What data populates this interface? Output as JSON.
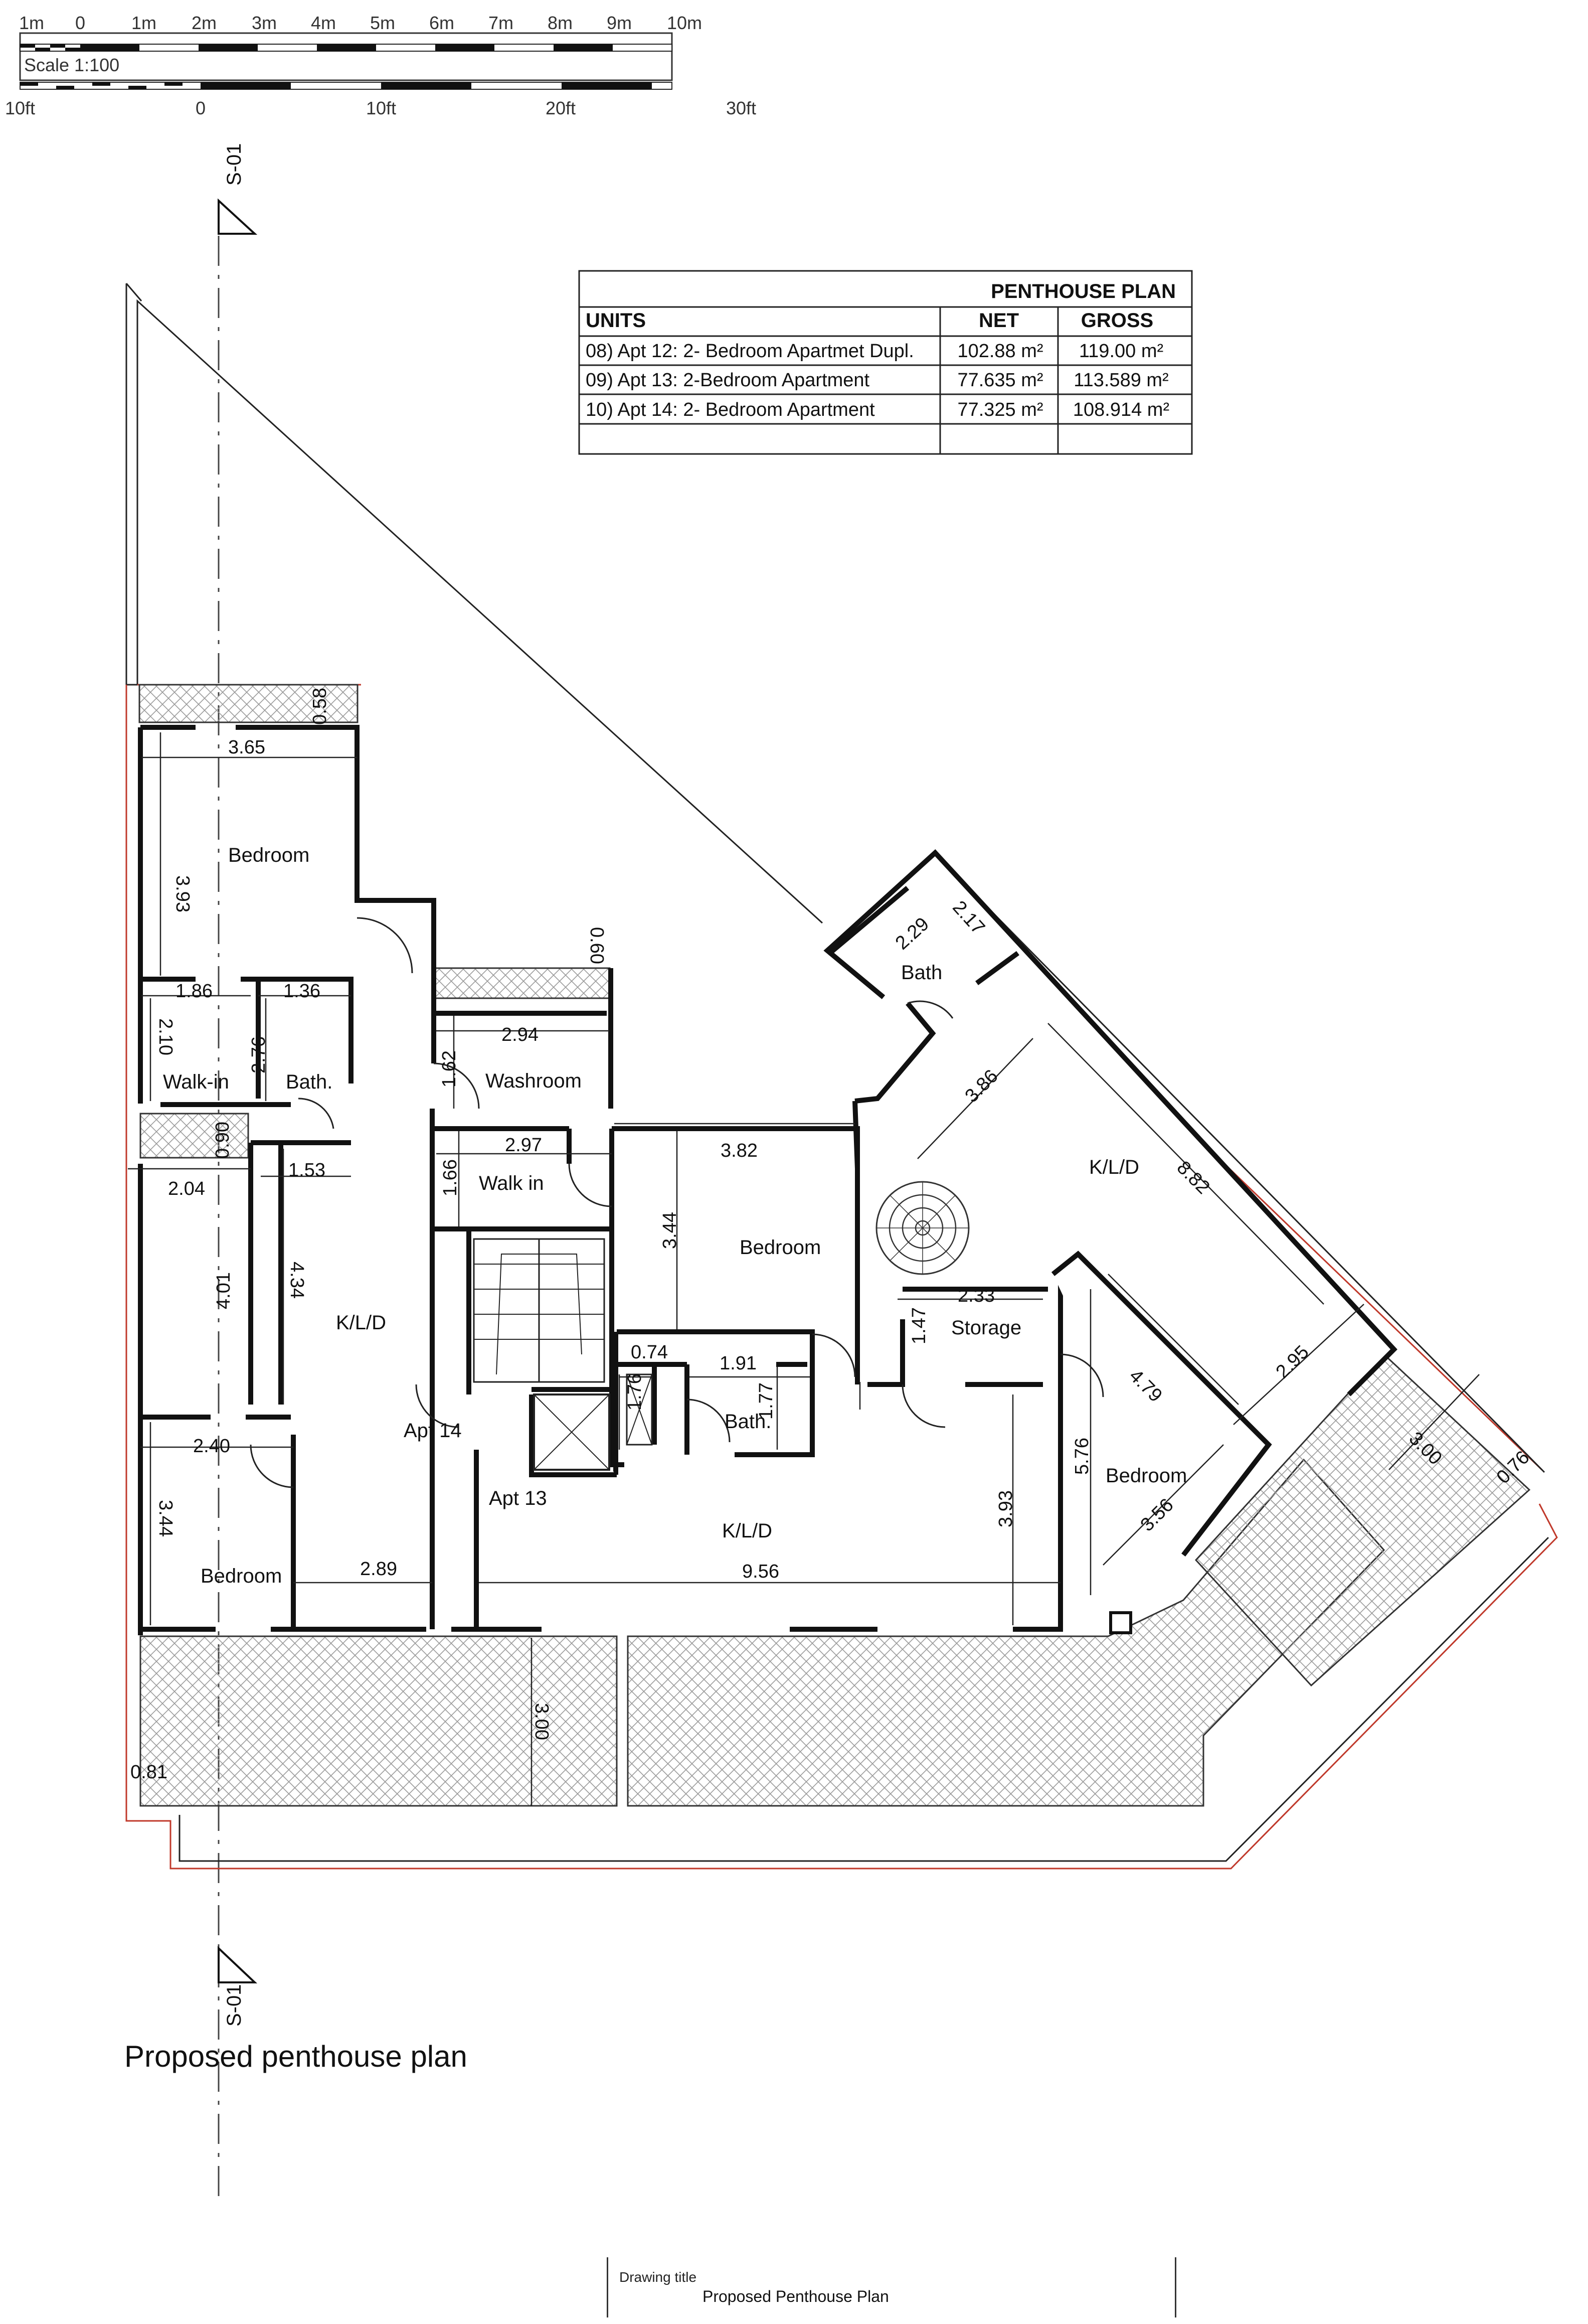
{
  "scale_bar": {
    "metric_labels": [
      "1m",
      "0",
      "1m",
      "2m",
      "3m",
      "4m",
      "5m",
      "6m",
      "7m",
      "8m",
      "9m",
      "10m"
    ],
    "scale_text": "Scale 1:100",
    "imperial_labels": [
      "10ft",
      "0",
      "10ft",
      "20ft",
      "30ft"
    ]
  },
  "section_markers": {
    "top": "S-01",
    "bottom": "S-01"
  },
  "area_table": {
    "title": "PENTHOUSE PLAN",
    "headers": {
      "units": "UNITS",
      "net": "NET",
      "gross": "GROSS"
    },
    "rows": [
      {
        "unit": "08) Apt 12: 2- Bedroom Apartmet Dupl.",
        "net": "102.88 m²",
        "gross": "119.00 m²"
      },
      {
        "unit": "09) Apt 13: 2-Bedroom Apartment",
        "net": "77.635 m²",
        "gross": "113.589 m²"
      },
      {
        "unit": "10) Apt 14: 2- Bedroom Apartment",
        "net": "77.325 m²",
        "gross": "108.914 m²"
      }
    ]
  },
  "rooms": {
    "bedroom_nw": "Bedroom",
    "walkin_w": "Walk-in",
    "bath_w": "Bath.",
    "kld_w": "K/L/D",
    "bedroom_sw": "Bedroom",
    "washroom": "Washroom",
    "walkin_c": "Walk in",
    "bedroom_c": "Bedroom",
    "bath_c": "Bath.",
    "kld_c": "K/L/D",
    "apt14": "Apt 14",
    "apt13": "Apt 13",
    "bath_ne": "Bath",
    "kld_ne": "K/L/D",
    "storage": "Storage",
    "bedroom_e": "Bedroom"
  },
  "dimensions": {
    "d058": "0.58",
    "d365": "3.65",
    "d393a": "3.93",
    "d186": "1.86",
    "d136": "1.36",
    "d210": "2.10",
    "d276": "2.76",
    "d090a": "0.90",
    "d204": "2.04",
    "d153": "1.53",
    "d401": "4.01",
    "d434": "4.34",
    "d240": "2.40",
    "d344a": "3.44",
    "d289": "2.89",
    "d081": "0.81",
    "d060": "0.60",
    "d294": "2.94",
    "d162": "1.62",
    "d297": "2.97",
    "d166": "1.66",
    "d382": "3.82",
    "d344b": "3.44",
    "d074": "0.74",
    "d191": "1.91",
    "d176": "1.76",
    "d177": "1.77",
    "d956": "9.56",
    "d393b": "3.93",
    "d300a": "3.00",
    "d229": "2.29",
    "d217": "2.17",
    "d386": "3.86",
    "d882": "8.82",
    "d233": "2.33",
    "d147": "1.47",
    "d479": "4.79",
    "d576": "5.76",
    "d356": "3.56",
    "d295": "2.95",
    "d300b": "3.00",
    "d076": "0.76"
  },
  "plan_title": "Proposed penthouse plan",
  "title_block": {
    "caption": "Drawing title",
    "value": "Proposed Penthouse Plan"
  }
}
